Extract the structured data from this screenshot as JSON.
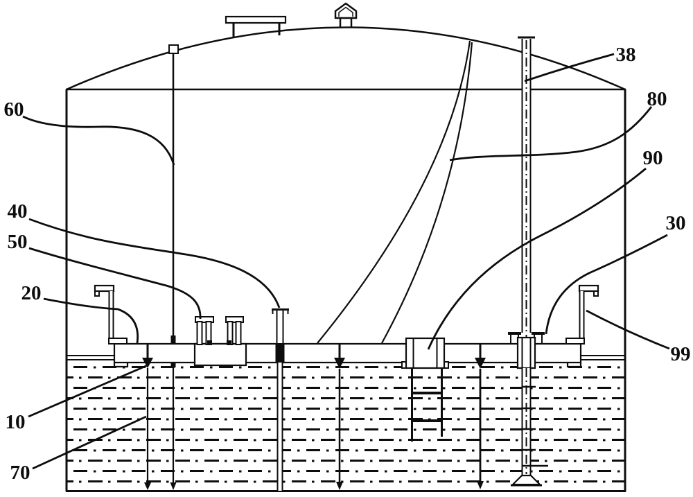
{
  "figure": {
    "kind": "patent-style storage tank cross-section drawing",
    "background_color": "#ffffff",
    "line_color": "#0d0d0d",
    "labels": [
      {
        "text": "60"
      },
      {
        "text": "40"
      },
      {
        "text": "50"
      },
      {
        "text": "20"
      },
      {
        "text": "10"
      },
      {
        "text": "70"
      },
      {
        "text": "38"
      },
      {
        "text": "80"
      },
      {
        "text": "90"
      },
      {
        "text": "30"
      },
      {
        "text": "99"
      }
    ]
  }
}
